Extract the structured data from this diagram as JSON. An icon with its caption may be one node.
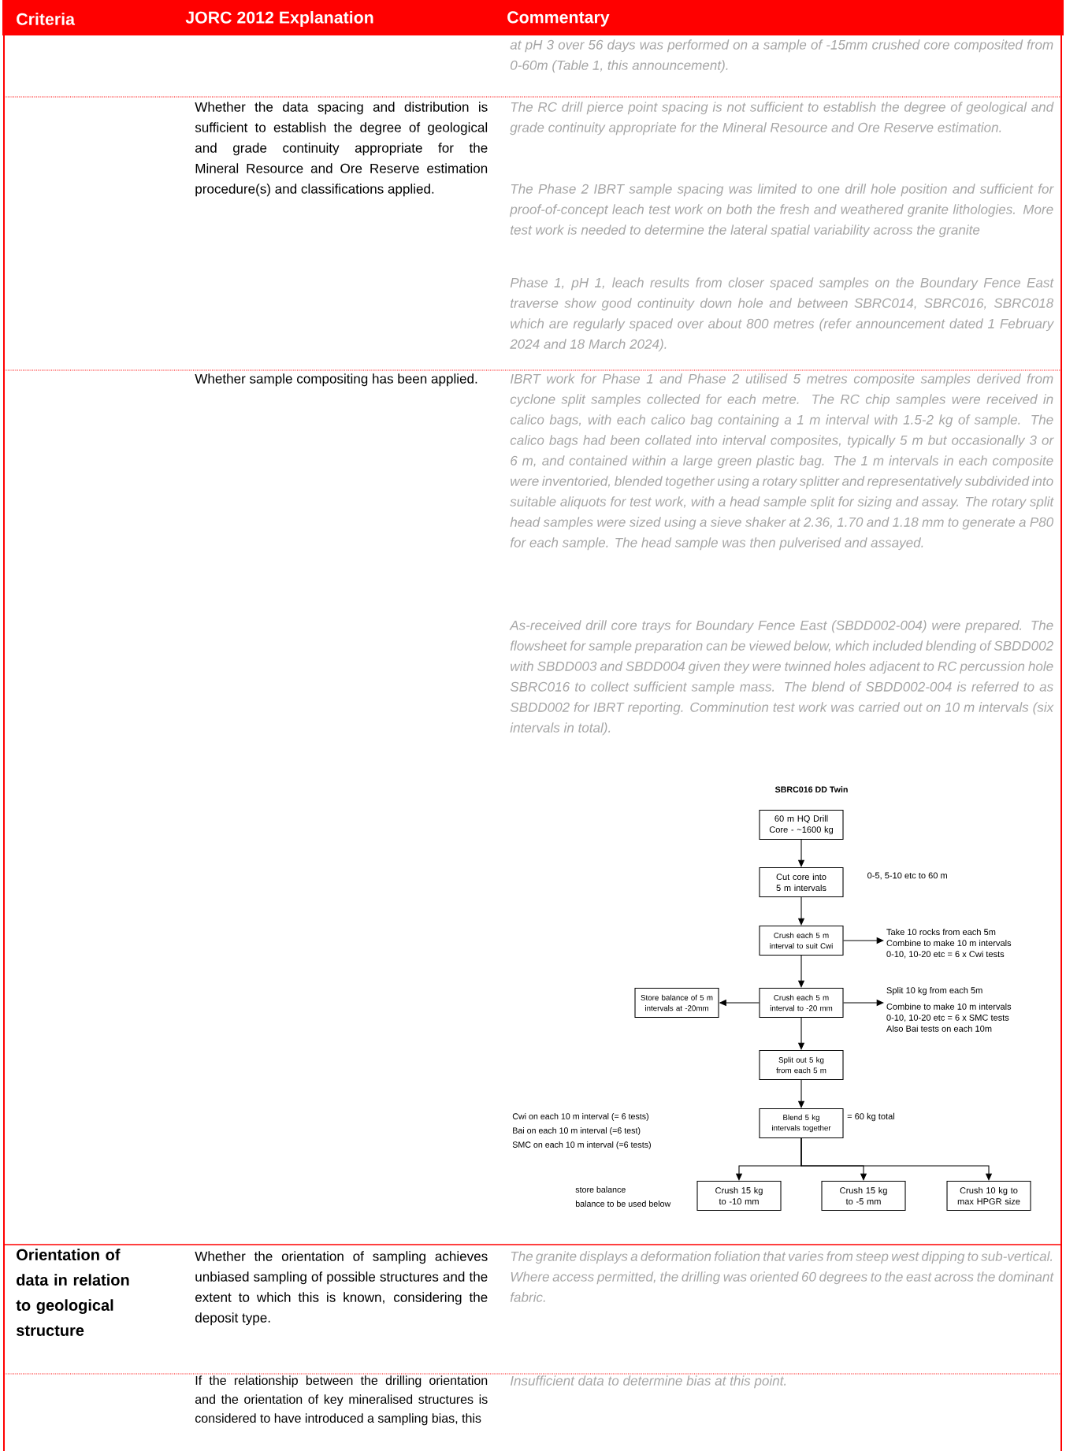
{
  "diagram": {
    "nodes": [
      {
        "text": [
          "60 m HQ Drill Core - ~1600 kg"
        ]
      },
      {
        "text": [
          "Cut core into 5 m intervals"
        ],
        "beside": [
          "0-5, 5-10 etc to 60 m"
        ]
      },
      {
        "text": [
          "Crush each 5 m interval to suit Cwi"
        ]
      },
      {
        "text": [
          "Take 10 rocks from each 5m",
          "Combine to make 10 m intervals",
          "0-10, 10-20 etc = 6 x Cwi tests"
        ]
      },
      {
        "text": [
          "Crush each 5 m interval to -20 mm"
        ]
      },
      {
        "text": [
          "Store balance of 5 m intervals at -20mm"
        ]
      },
      {
        "text": [
          "Split 10 kg from each 5m",
          "Combine to make 10 m intervals",
          "0-10, 10-20 etc = 6 x SMC tests",
          "Also Bai tests on each 10m"
        ]
      },
      {
        "text": [
          "Split out 5 kg from each 5 m"
        ]
      },
      {
        "text": [
          "Blend 5 kg intervals together"
        ],
        "beside": [
          "= 60 kg total"
        ]
      },
      {
        "text": [
          "Crush 15 kg to -10 mm"
        ]
      },
      {
        "text": [
          "Crush 15 kg to -5 mm"
        ]
      },
      {
        "text": [
          "Crush 10 kg to max HPGR size"
        ]
      }
    ],
    "edges": [
      {
        "from": 0,
        "to": 1,
        "arrow": "to"
      },
      {
        "from": 1,
        "to": 2,
        "arrow": "to"
      },
      {
        "from": 2,
        "to": 3,
        "arrow": "to"
      },
      {
        "from": 2,
        "to": 4,
        "arrow": "to"
      },
      {
        "from": 4,
        "to": 5,
        "arrow": "to"
      },
      {
        "from": 4,
        "to": 6,
        "arrow": "to"
      },
      {
        "from": 4,
        "to": 7,
        "arrow": "to"
      },
      {
        "from": 7,
        "to": 8,
        "arrow": "to"
      },
      {
        "from": 8,
        "to": 9,
        "arrow": "to"
      },
      {
        "from": 8,
        "to": 10,
        "arrow": "to"
      },
      {
        "from": 8,
        "to": 11,
        "arrow": "to"
      }
    ],
    "labels": [
      "Criteria",
      "JORC 2012 Explanation",
      "Commentary",
      "at pH 3 over 56 days was performed on a sample of -15mm crushed core composited from 0-60m (Table 1, this announcement).",
      "Whether the data spacing and distribution is sufficient to establish the degree of geological and grade continuity appropriate for the Mineral Resource and Ore Reserve estimation procedure(s) and classifications applied.",
      "The RC drill pierce point spacing is not sufficient to establish the degree of geological and grade continuity appropriate for the Mineral Resource and Ore Reserve estimation.",
      "The Phase 2 IBRT sample spacing was limited to one drill hole position and sufficient for proof-of-concept leach test work on both the fresh and weathered granite lithologies. More test work is needed to determine the lateral spatial variability across the granite",
      "Phase 1, pH 1, leach results from closer spaced samples on the Boundary Fence East traverse show good continuity down hole and between SBRC014, SBRC016, SBRC018 which are regularly spaced over about 800 metres (refer announcement dated 1 February 2024 and 18 March 2024).",
      "Whether sample compositing has been applied.",
      "IBRT work for Phase 1 and Phase 2 utilised 5 metres composite samples derived from cyclone split samples collected for each metre. The RC chip samples were received in calico bags, with each calico bag containing a 1 m interval with 1.5-2 kg of sample. The calico bags had been collated into interval composites, typically 5 m but occasionally 3 or 6 m, and contained within a large green plastic bag. The 1 m intervals in each composite were inventoried, blended together using a rotary splitter and representatively subdivided into suitable aliquots for test work, with a head sample split for sizing and assay. The rotary split head samples were sized using a sieve shaker at 2.36, 1.70 and 1.18 mm to generate a P80 for each sample. The head sample was then pulverised and assayed.",
      "As-received drill core trays for Boundary Fence East (SBDD002-004) were prepared. The flowsheet for sample preparation can be viewed below, which included blending of SBDD002 with SBDD003 and SBDD004 given they were twinned holes adjacent to RC percussion hole SBRC016 to collect sufficient sample mass. The blend of SBDD002-004 is referred to as SBDD002 for IBRT reporting. Comminution test work was carried out on 10 m intervals (six intervals in total).",
      "SBRC016 DD Twin",
      "Cwi on each 10 m interval (= 6 tests)",
      "Bai on each 10 m interval (=6 test)",
      "SMC on each 10 m interval (=6 tests)",
      "store balance",
      "balance to be used below",
      "Orientation of data in relation to geological structure",
      "Whether the orientation of sampling achieves unbiased sampling of possible structures and the extent to which this is known, considering the deposit type.",
      "The granite displays a deformation foliation that varies from steep west dipping to sub-vertical. Where access permitted, the drilling was oriented 60 degrees to the east across the dominant fabric.",
      "If the relationship between the drilling orientation and the orientation of key mineralised structures is considered to have introduced a sampling bias, this",
      "Insufficient data to determine bias at this point."
    ]
  }
}
